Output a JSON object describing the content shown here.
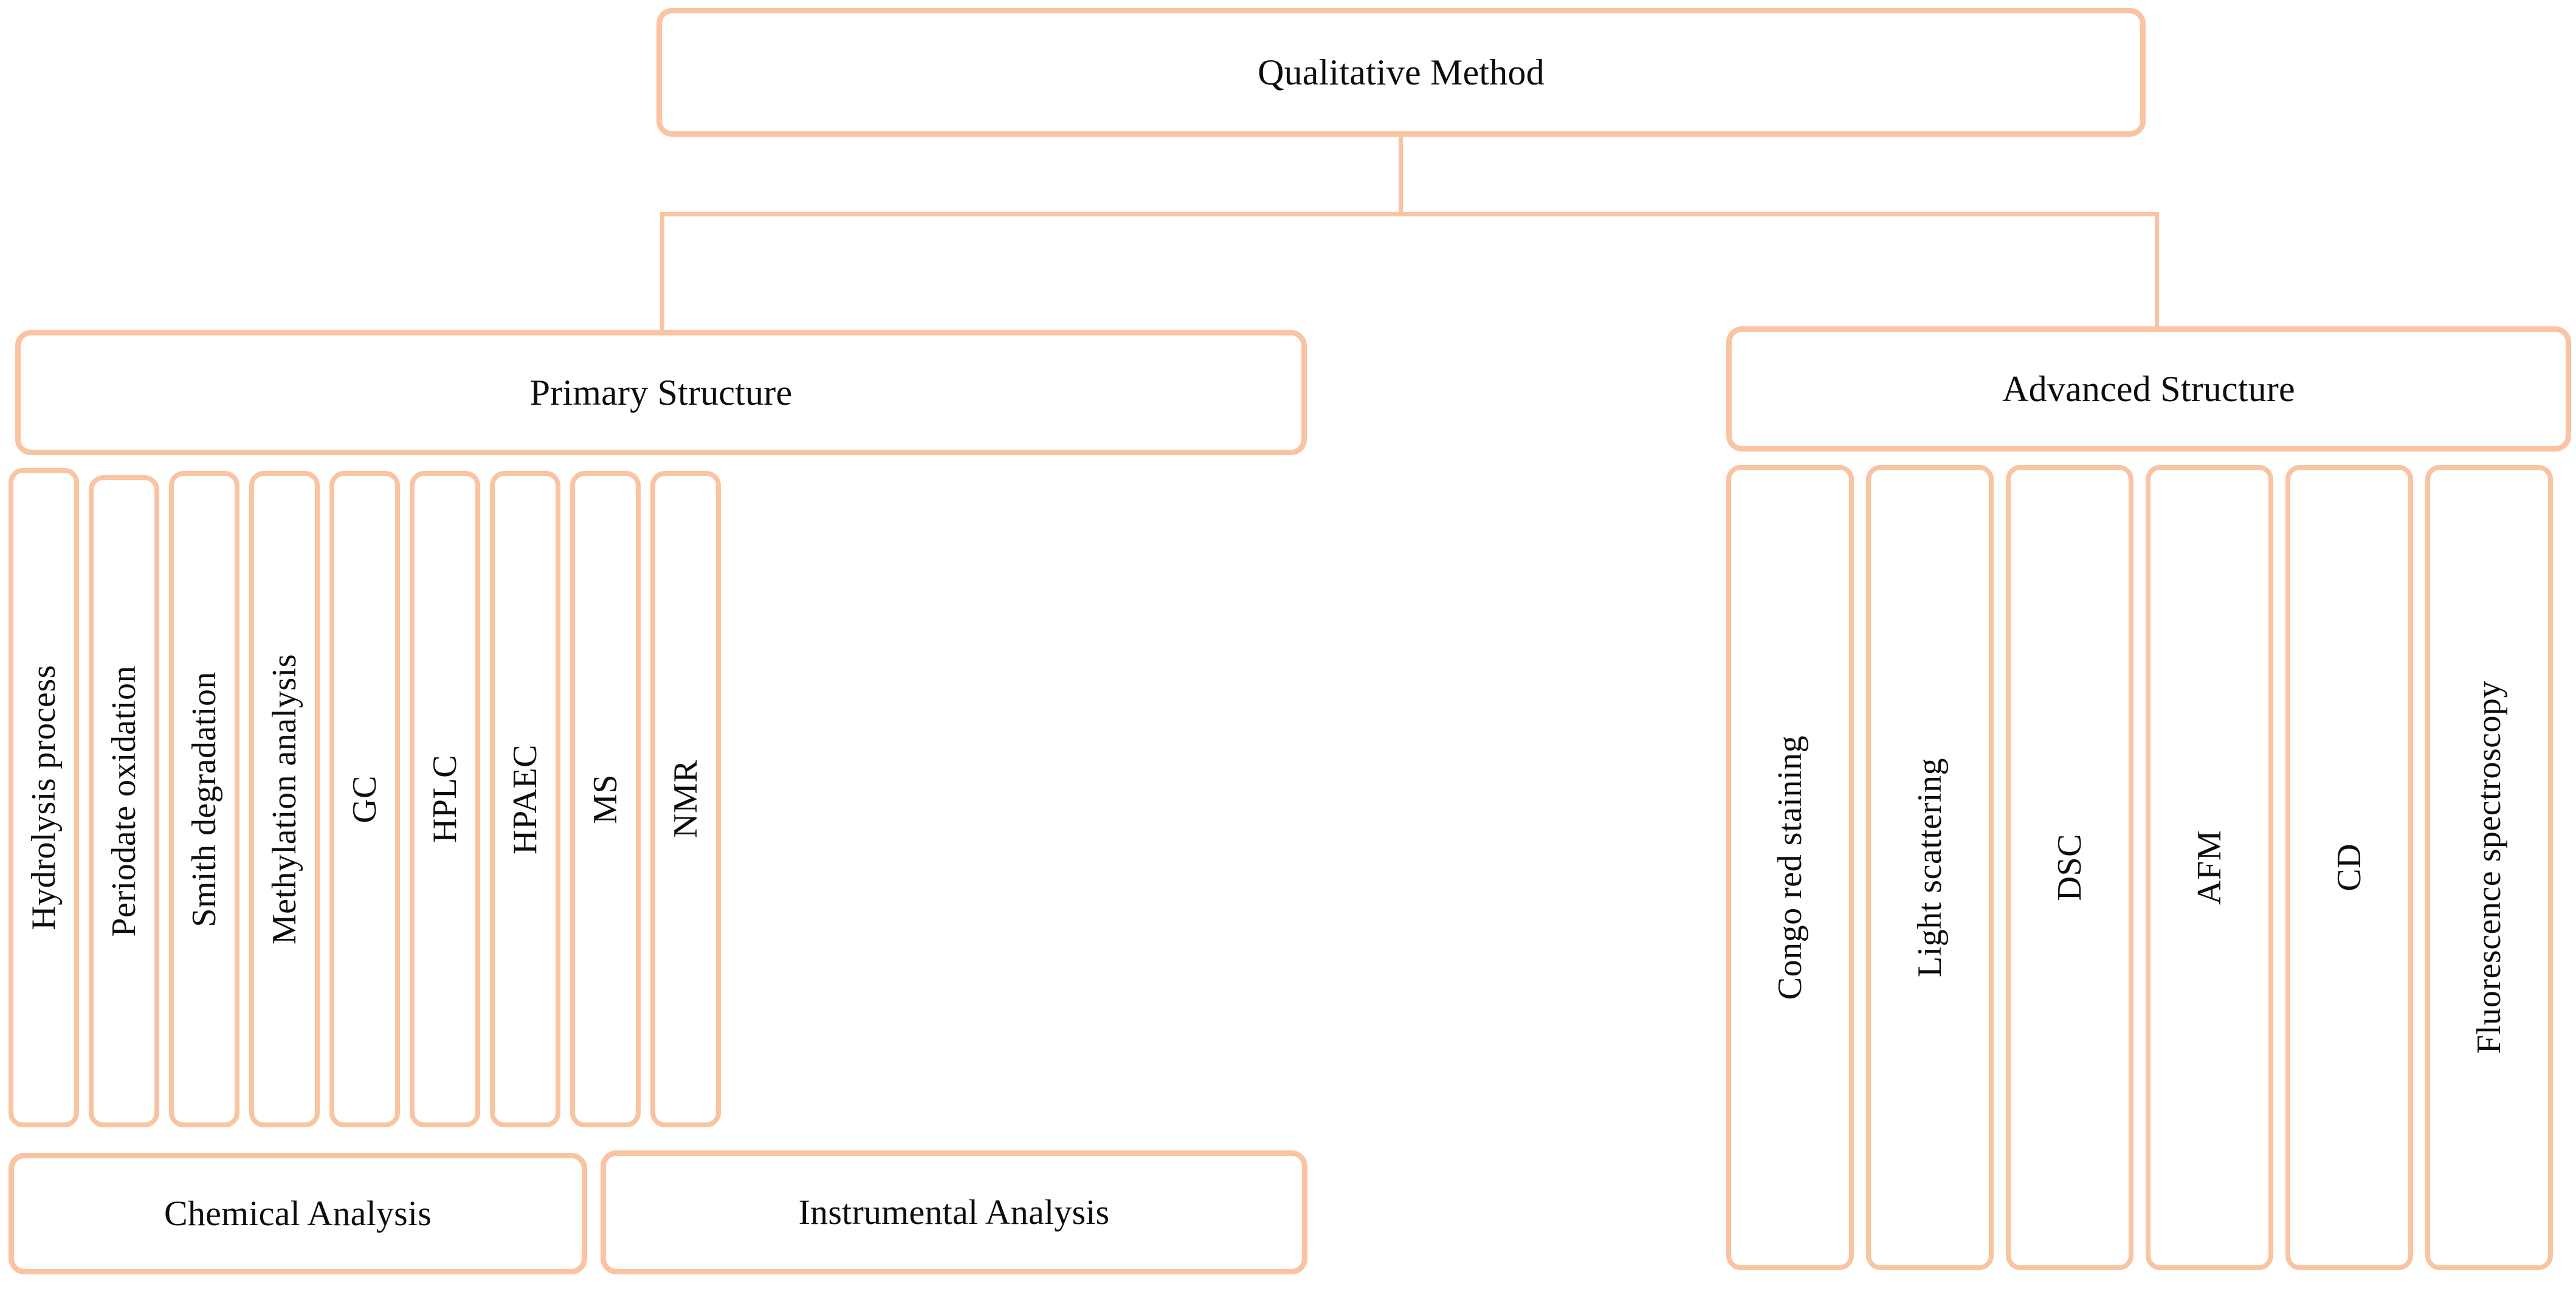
{
  "diagram": {
    "title": "Qualitative Method",
    "accent_color": "#fac3a2",
    "text_color": "#0d0d0d",
    "background_color": "#ffffff"
  },
  "root": {
    "label": "Qualitative Method"
  },
  "branches": [
    {
      "id": "primary",
      "label": "Primary Structure",
      "methods": [
        {
          "label": "Hydrolysis process",
          "group": "Chemical Analysis"
        },
        {
          "label": "Periodate oxidation",
          "group": "Chemical Analysis"
        },
        {
          "label": "Smith degradation",
          "group": "Chemical Analysis"
        },
        {
          "label": "Methylation analysis",
          "group": "Chemical Analysis"
        },
        {
          "label": "GC",
          "group": "Instrumental Analysis"
        },
        {
          "label": "HPLC",
          "group": "Instrumental Analysis"
        },
        {
          "label": "HPAEC",
          "group": "Instrumental Analysis"
        },
        {
          "label": "MS",
          "group": "Instrumental Analysis"
        },
        {
          "label": "NMR",
          "group": "Instrumental Analysis"
        }
      ],
      "groups": [
        {
          "label": "Chemical Analysis"
        },
        {
          "label": "Instrumental Analysis"
        }
      ]
    },
    {
      "id": "advanced",
      "label": "Advanced Structure",
      "methods": [
        {
          "label": "Congo red staining"
        },
        {
          "label": "Light scattering"
        },
        {
          "label": "DSC"
        },
        {
          "label": "AFM"
        },
        {
          "label": "CD"
        },
        {
          "label": "Fluorescence spectroscopy"
        }
      ]
    }
  ],
  "chart_data": {
    "type": "table",
    "title": "Qualitative Method",
    "series": [
      {
        "name": "Primary Structure",
        "values": [
          "Hydrolysis process",
          "Periodate oxidation",
          "Smith degradation",
          "Methylation analysis",
          "GC",
          "HPLC",
          "HPAEC",
          "MS",
          "NMR"
        ]
      },
      {
        "name": "Advanced Structure",
        "values": [
          "Congo red staining",
          "Light scattering",
          "DSC",
          "AFM",
          "CD",
          "Fluorescence spectroscopy"
        ]
      }
    ]
  }
}
